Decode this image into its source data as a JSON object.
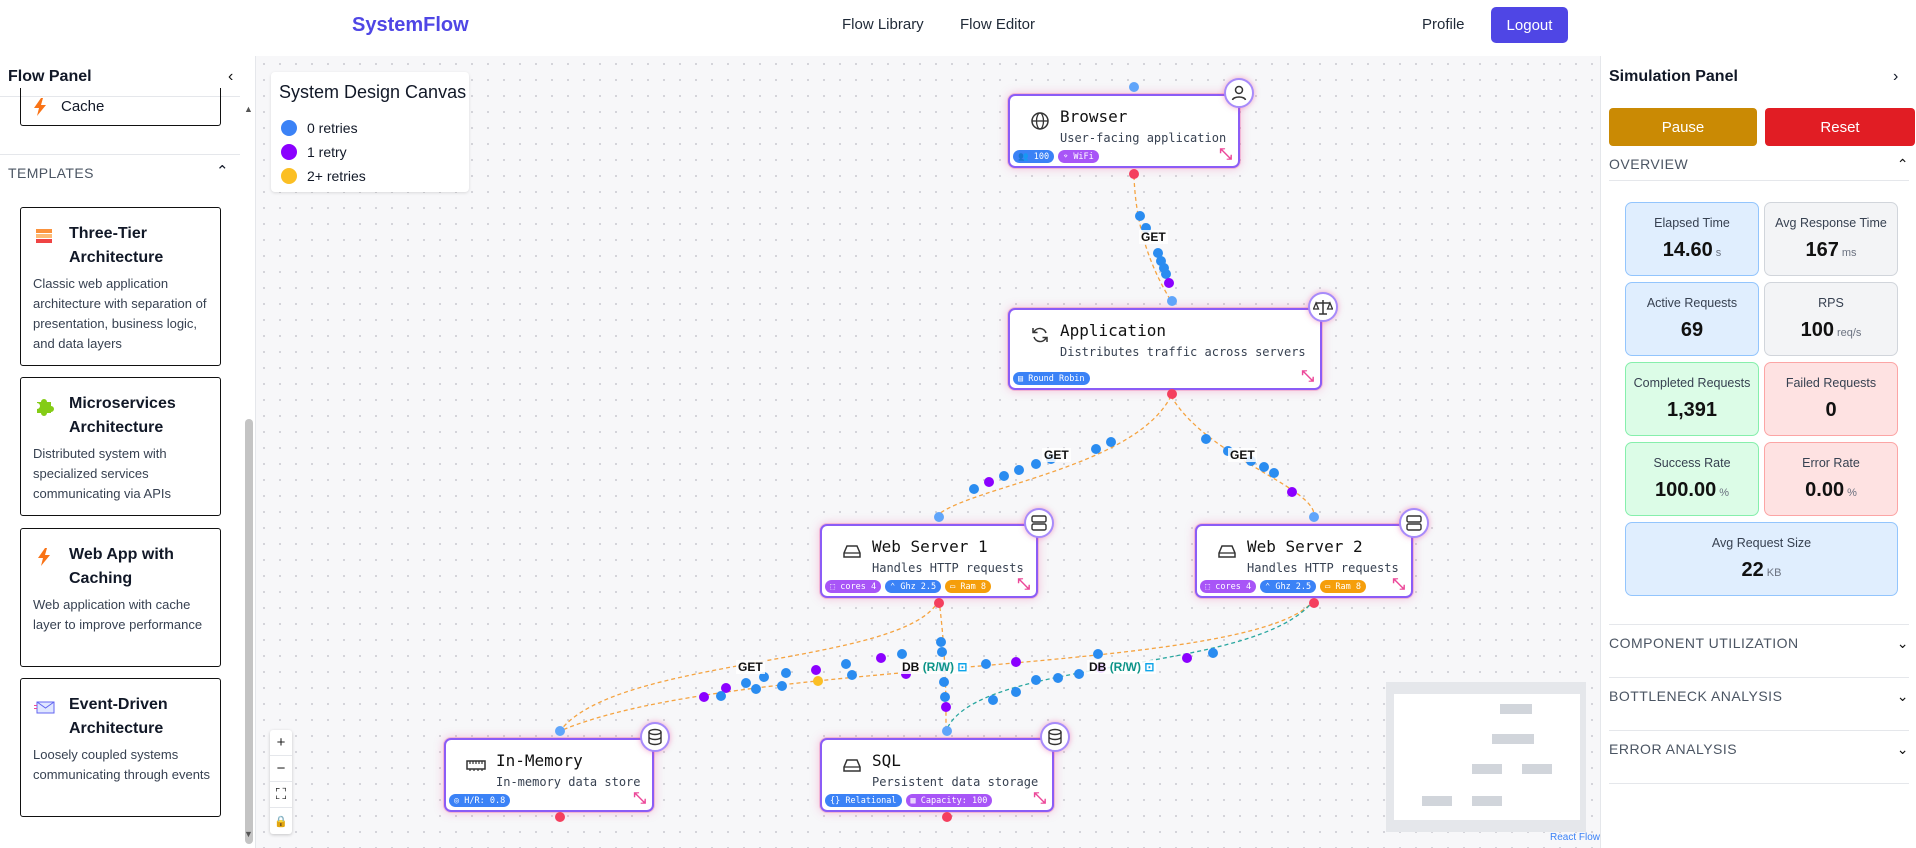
{
  "app": {
    "brand": "SystemFlow"
  },
  "nav": {
    "flow_library": "Flow Library",
    "flow_editor": "Flow Editor",
    "profile": "Profile",
    "logout": "Logout"
  },
  "left_panel": {
    "title": "Flow Panel",
    "cache_label": "Cache",
    "templates_label": "TEMPLATES",
    "templates": [
      {
        "title": "Three-Tier Architecture",
        "desc": "Classic web application architecture with separation of presentation, business logic, and data layers",
        "icon": "layers-icon"
      },
      {
        "title": "Microservices Architecture",
        "desc": "Distributed system with specialized services communicating via APIs",
        "icon": "puzzle-icon"
      },
      {
        "title": "Web App with Caching",
        "desc": "Web application with cache layer to improve performance",
        "icon": "lightning-icon"
      },
      {
        "title": "Event-Driven Architecture",
        "desc": "Loosely coupled systems communicating through events",
        "icon": "envelope-icon"
      }
    ]
  },
  "canvas": {
    "legend": {
      "title": "System Design Canvas",
      "items": [
        {
          "label": "0 retries",
          "color": "#3b82f6"
        },
        {
          "label": "1 retry",
          "color": "#8b00ff"
        },
        {
          "label": "2+ retries",
          "color": "#fbbf24"
        }
      ]
    },
    "nodes": {
      "browser": {
        "title": "Browser",
        "desc": "User-facing application",
        "tags": [
          "100",
          "WiFi"
        ]
      },
      "application": {
        "title": "Application",
        "desc": "Distributes traffic across servers",
        "tags": [
          "Round Robin"
        ]
      },
      "web1": {
        "title": "Web Server 1",
        "desc": "Handles HTTP requests",
        "tags": [
          "cores 4",
          "Ghz 2.5",
          "Ram 8"
        ]
      },
      "web2": {
        "title": "Web Server 2",
        "desc": "Handles HTTP requests",
        "tags": [
          "cores 4",
          "Ghz 2.5",
          "Ram 8"
        ]
      },
      "memory": {
        "title": "In-Memory",
        "desc": "In-memory data store",
        "tags": [
          "H/R: 0.8"
        ]
      },
      "sql": {
        "title": "SQL",
        "desc": "Persistent data storage",
        "tags": [
          "Relational",
          "Capacity: 100"
        ]
      }
    },
    "edge_labels": {
      "get": "GET",
      "db": "DB",
      "rw": "(R/W)"
    },
    "zoom": {
      "in": "+",
      "out": "−",
      "fit": "⛶",
      "lock": "🔒"
    },
    "attribution": "React Flow"
  },
  "sim_panel": {
    "title": "Simulation Panel",
    "pause": "Pause",
    "reset": "Reset",
    "overview": "OVERVIEW",
    "metrics": [
      {
        "label": "Elapsed Time",
        "value": "14.60",
        "unit": "s"
      },
      {
        "label": "Avg Response Time",
        "value": "167",
        "unit": "ms"
      },
      {
        "label": "Active Requests",
        "value": "69",
        "unit": ""
      },
      {
        "label": "RPS",
        "value": "100",
        "unit": "req/s"
      },
      {
        "label": "Completed Requests",
        "value": "1,391",
        "unit": ""
      },
      {
        "label": "Failed Requests",
        "value": "0",
        "unit": ""
      },
      {
        "label": "Success Rate",
        "value": "100.00",
        "unit": "%"
      },
      {
        "label": "Error Rate",
        "value": "0.00",
        "unit": "%"
      },
      {
        "label": "Avg Request Size",
        "value": "22",
        "unit": "KB"
      }
    ],
    "sections": [
      "COMPONENT UTILIZATION",
      "BOTTLENECK ANALYSIS",
      "ERROR ANALYSIS"
    ]
  }
}
